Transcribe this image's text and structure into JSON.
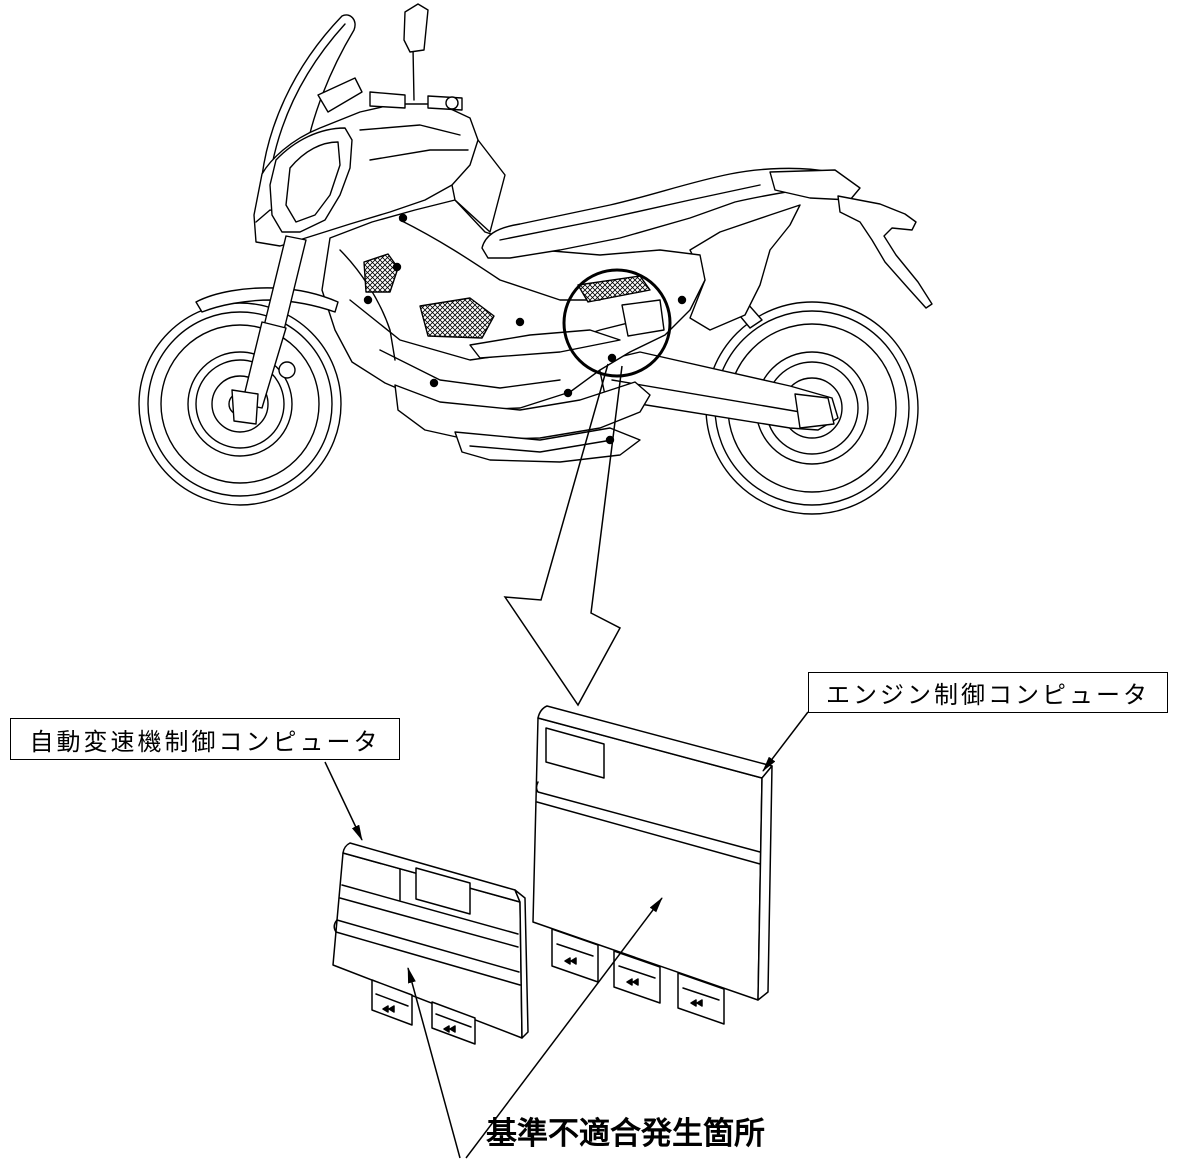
{
  "labels": {
    "transmission_ecu": "自動変速機制御コンピュータ",
    "engine_ecu": "エンジン制御コンピュータ",
    "nonconformity_location": "基準不適合発生箇所"
  },
  "colors": {
    "line": "#000000",
    "background": "#ffffff"
  }
}
